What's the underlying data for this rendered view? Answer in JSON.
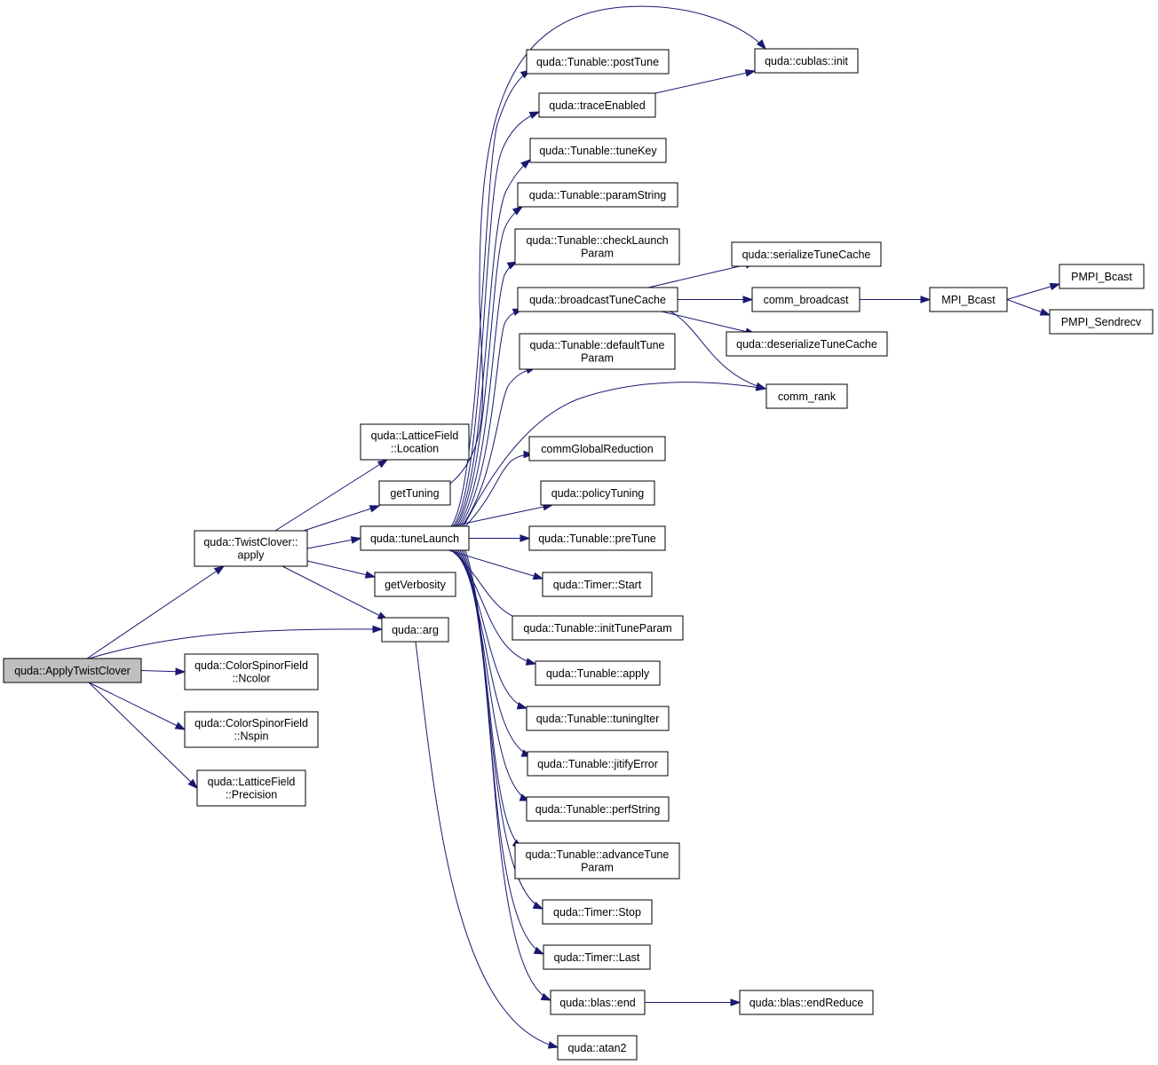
{
  "graph": {
    "colors": {
      "edge": "#191970",
      "node_fill": "#ffffff",
      "root_fill": "#bfbfbf",
      "border": "#000000"
    },
    "nodes": {
      "apply_twist_clover": {
        "lines": [
          "quda::ApplyTwistClover"
        ],
        "root": true
      },
      "twist_clover_apply": {
        "lines": [
          "quda::TwistClover::",
          "apply"
        ]
      },
      "csf_ncolor": {
        "lines": [
          "quda::ColorSpinorField",
          "::Ncolor"
        ]
      },
      "csf_nspin": {
        "lines": [
          "quda::ColorSpinorField",
          "::Nspin"
        ]
      },
      "lf_precision": {
        "lines": [
          "quda::LatticeField",
          "::Precision"
        ]
      },
      "lf_location": {
        "lines": [
          "quda::LatticeField",
          "::Location"
        ]
      },
      "get_tuning": {
        "lines": [
          "getTuning"
        ]
      },
      "tune_launch": {
        "lines": [
          "quda::tuneLaunch"
        ]
      },
      "get_verbosity": {
        "lines": [
          "getVerbosity"
        ]
      },
      "arg": {
        "lines": [
          "quda::arg"
        ]
      },
      "post_tune": {
        "lines": [
          "quda::Tunable::postTune"
        ]
      },
      "trace_enabled": {
        "lines": [
          "quda::traceEnabled"
        ]
      },
      "tune_key": {
        "lines": [
          "quda::Tunable::tuneKey"
        ]
      },
      "param_string": {
        "lines": [
          "quda::Tunable::paramString"
        ]
      },
      "check_launch_param": {
        "lines": [
          "quda::Tunable::checkLaunch",
          "Param"
        ]
      },
      "broadcast_tune_cache": {
        "lines": [
          "quda::broadcastTuneCache"
        ]
      },
      "default_tune_param": {
        "lines": [
          "quda::Tunable::defaultTune",
          "Param"
        ]
      },
      "comm_global_reduction": {
        "lines": [
          "commGlobalReduction"
        ]
      },
      "policy_tuning": {
        "lines": [
          "quda::policyTuning"
        ]
      },
      "pre_tune": {
        "lines": [
          "quda::Tunable::preTune"
        ]
      },
      "timer_start": {
        "lines": [
          "quda::Timer::Start"
        ]
      },
      "init_tune_param": {
        "lines": [
          "quda::Tunable::initTuneParam"
        ]
      },
      "tunable_apply": {
        "lines": [
          "quda::Tunable::apply"
        ]
      },
      "tuning_iter": {
        "lines": [
          "quda::Tunable::tuningIter"
        ]
      },
      "jitify_error": {
        "lines": [
          "quda::Tunable::jitifyError"
        ]
      },
      "perf_string": {
        "lines": [
          "quda::Tunable::perfString"
        ]
      },
      "advance_tune_param": {
        "lines": [
          "quda::Tunable::advanceTune",
          "Param"
        ]
      },
      "timer_stop": {
        "lines": [
          "quda::Timer::Stop"
        ]
      },
      "timer_last": {
        "lines": [
          "quda::Timer::Last"
        ]
      },
      "blas_end": {
        "lines": [
          "quda::blas::end"
        ]
      },
      "atan2": {
        "lines": [
          "quda::atan2"
        ]
      },
      "cublas_init": {
        "lines": [
          "quda::cublas::init"
        ]
      },
      "serialize_tune_cache": {
        "lines": [
          "quda::serializeTuneCache"
        ]
      },
      "comm_broadcast": {
        "lines": [
          "comm_broadcast"
        ]
      },
      "deserialize_tune_cache": {
        "lines": [
          "quda::deserializeTuneCache"
        ]
      },
      "comm_rank": {
        "lines": [
          "comm_rank"
        ]
      },
      "blas_end_reduce": {
        "lines": [
          "quda::blas::endReduce"
        ]
      },
      "mpi_bcast": {
        "lines": [
          "MPI_Bcast"
        ]
      },
      "pmpi_bcast": {
        "lines": [
          "PMPI_Bcast"
        ]
      },
      "pmpi_sendrecv": {
        "lines": [
          "PMPI_Sendrecv"
        ]
      }
    },
    "edges": [
      [
        "apply_twist_clover",
        "twist_clover_apply"
      ],
      [
        "apply_twist_clover",
        "arg"
      ],
      [
        "apply_twist_clover",
        "csf_ncolor"
      ],
      [
        "apply_twist_clover",
        "csf_nspin"
      ],
      [
        "apply_twist_clover",
        "lf_precision"
      ],
      [
        "twist_clover_apply",
        "lf_location"
      ],
      [
        "twist_clover_apply",
        "get_tuning"
      ],
      [
        "twist_clover_apply",
        "tune_launch"
      ],
      [
        "twist_clover_apply",
        "get_verbosity"
      ],
      [
        "twist_clover_apply",
        "arg"
      ],
      [
        "get_tuning",
        "cublas_init"
      ],
      [
        "tune_launch",
        "post_tune"
      ],
      [
        "tune_launch",
        "trace_enabled"
      ],
      [
        "tune_launch",
        "tune_key"
      ],
      [
        "tune_launch",
        "param_string"
      ],
      [
        "tune_launch",
        "check_launch_param"
      ],
      [
        "tune_launch",
        "broadcast_tune_cache"
      ],
      [
        "tune_launch",
        "default_tune_param"
      ],
      [
        "tune_launch",
        "comm_rank"
      ],
      [
        "tune_launch",
        "comm_global_reduction"
      ],
      [
        "tune_launch",
        "policy_tuning"
      ],
      [
        "tune_launch",
        "pre_tune"
      ],
      [
        "tune_launch",
        "timer_start"
      ],
      [
        "tune_launch",
        "init_tune_param"
      ],
      [
        "tune_launch",
        "tunable_apply"
      ],
      [
        "tune_launch",
        "tuning_iter"
      ],
      [
        "tune_launch",
        "jitify_error"
      ],
      [
        "tune_launch",
        "perf_string"
      ],
      [
        "tune_launch",
        "advance_tune_param"
      ],
      [
        "tune_launch",
        "timer_stop"
      ],
      [
        "tune_launch",
        "timer_last"
      ],
      [
        "tune_launch",
        "blas_end"
      ],
      [
        "arg",
        "atan2"
      ],
      [
        "trace_enabled",
        "cublas_init"
      ],
      [
        "broadcast_tune_cache",
        "serialize_tune_cache"
      ],
      [
        "broadcast_tune_cache",
        "comm_broadcast"
      ],
      [
        "broadcast_tune_cache",
        "deserialize_tune_cache"
      ],
      [
        "broadcast_tune_cache",
        "comm_rank"
      ],
      [
        "comm_broadcast",
        "mpi_bcast"
      ],
      [
        "mpi_bcast",
        "pmpi_bcast"
      ],
      [
        "mpi_bcast",
        "pmpi_sendrecv"
      ],
      [
        "blas_end",
        "blas_end_reduce"
      ]
    ]
  }
}
